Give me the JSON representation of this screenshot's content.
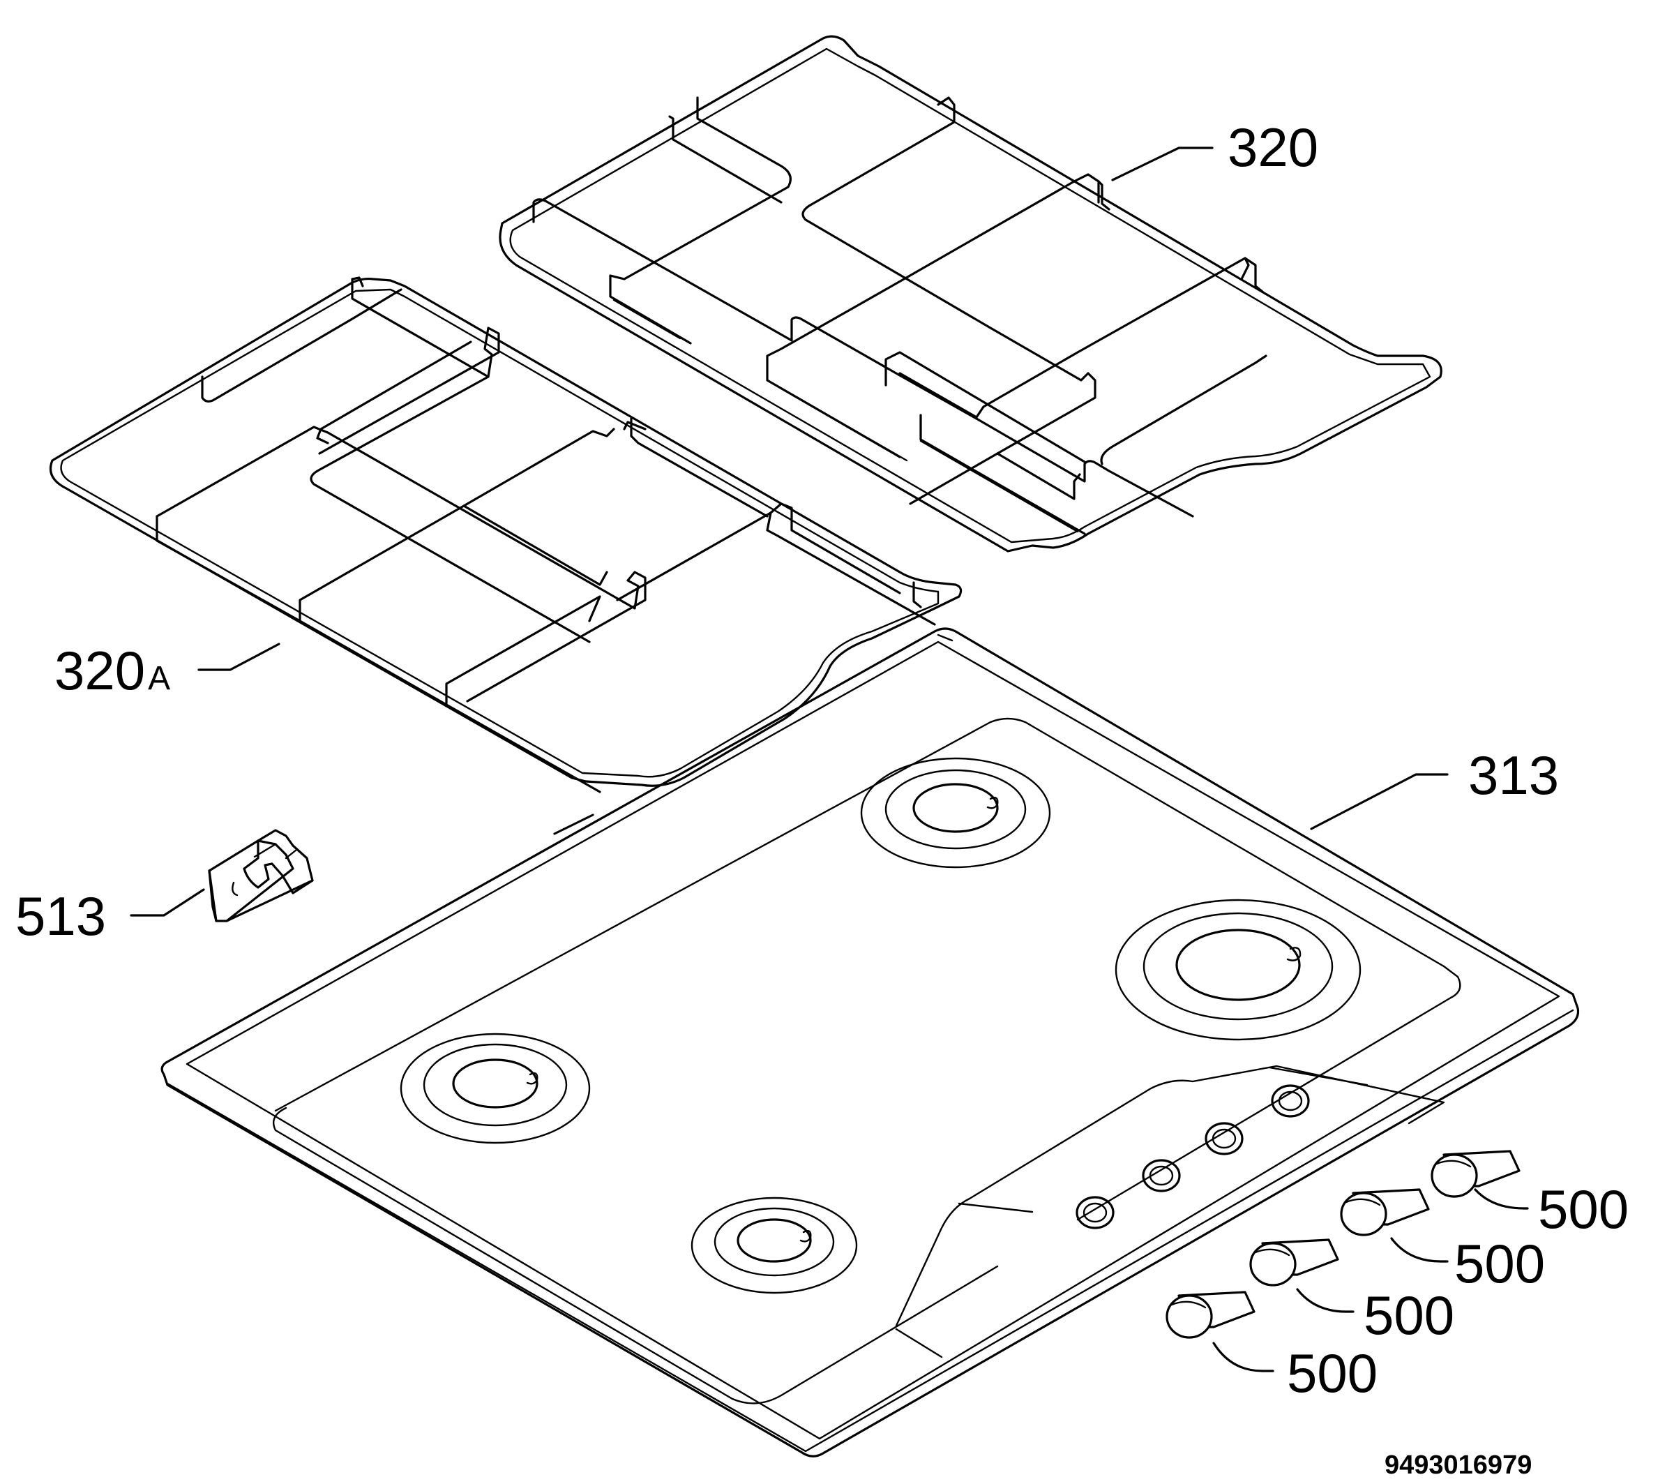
{
  "labels": {
    "grid_right": "320",
    "grid_left_num": "320",
    "grid_left_suffix": "A",
    "hob_top": "313",
    "clip": "513",
    "knob_1": "500",
    "knob_2": "500",
    "knob_3": "500",
    "knob_4": "500"
  },
  "drawing_code": "9493016979"
}
